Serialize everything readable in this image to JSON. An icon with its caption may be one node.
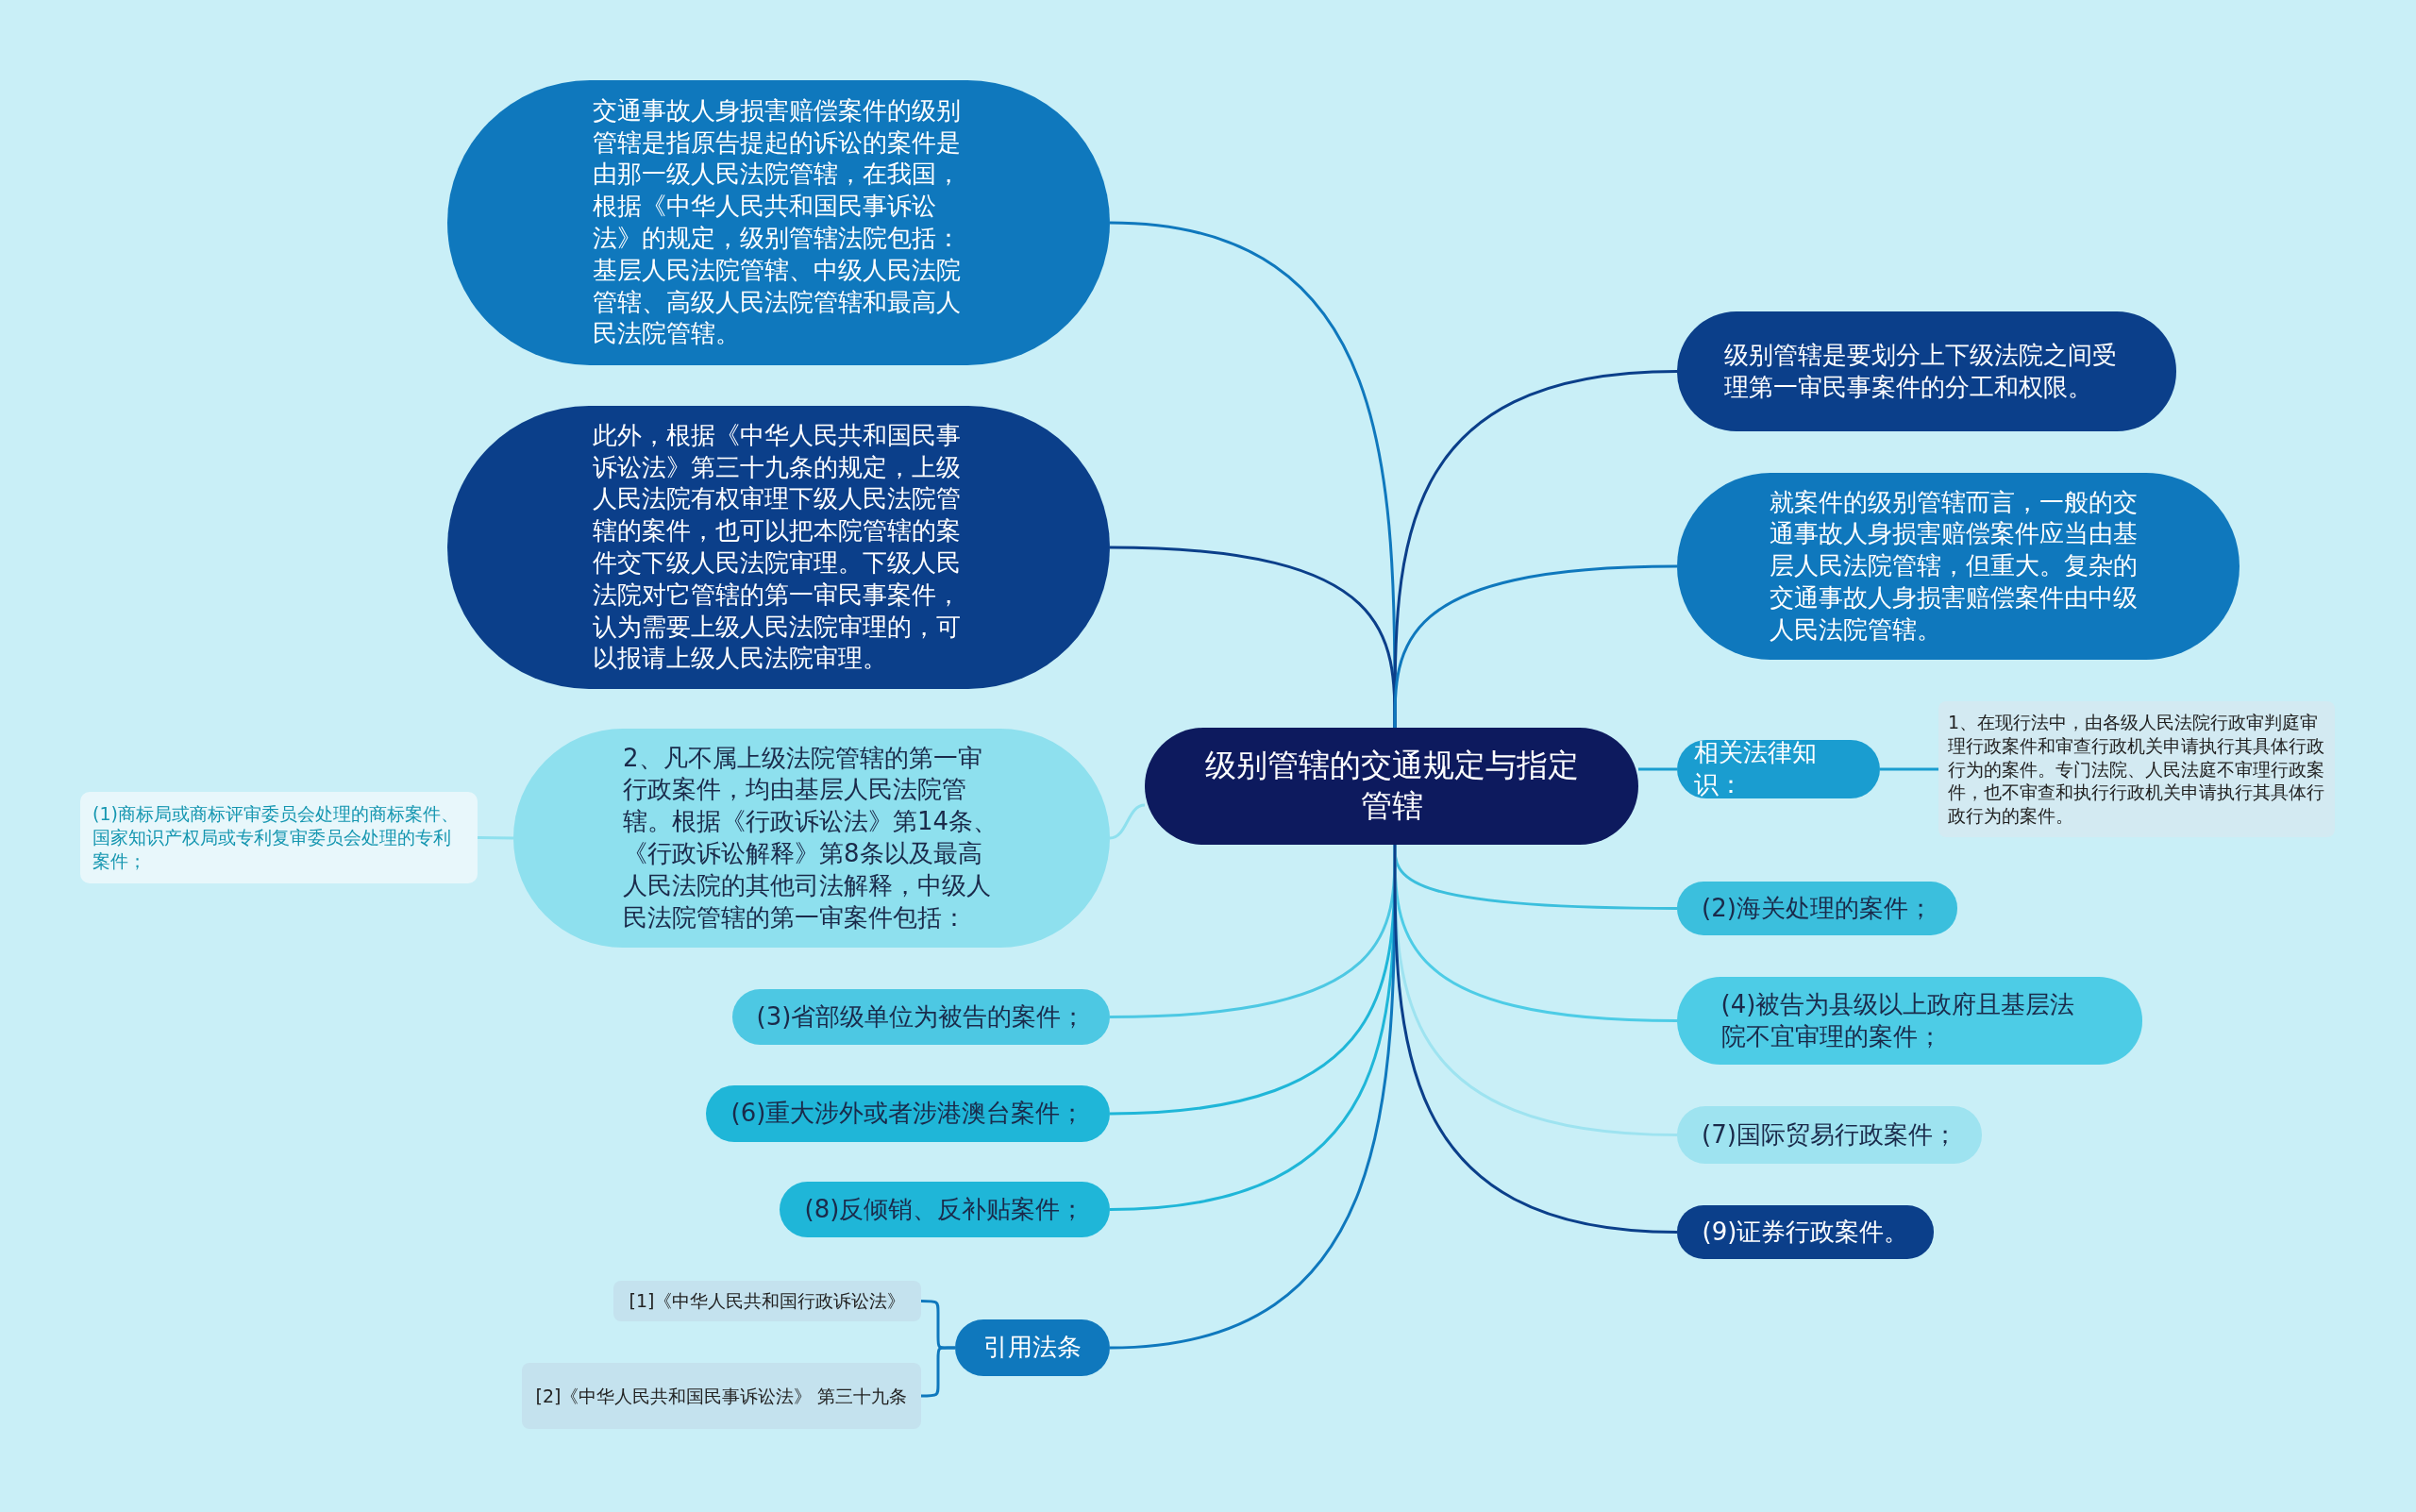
{
  "diagram": {
    "nodes": [
      {
        "text": [
          "级别管辖的交通规定与指定管辖"
        ]
      },
      {
        "text": [
          "交通事故人身损害赔偿案件的级别管辖是指原告提起的诉讼的案件是由那一级人民法院管辖，在我国，根据《中华人民共和国民事诉讼法》的规定，级别管辖法院包括：基层人民法院管辖、中级人民法院管辖、高级人民法院管辖和最高人民法院管辖。"
        ]
      },
      {
        "text": [
          "此外，根据《中华人民共和国民事诉讼法》第三十九条的规定，上级人民法院有权审理下级人民法院管辖的案件，也可以把本院管辖的案件交下级人民法院审理。下级人民法院对它管辖的第一审民事案件，认为需要上级人民法院审理的，可以报请上级人民法院审理。"
        ]
      },
      {
        "text": [
          " 2、凡不属上级法院管辖的第一审行政案件，均由基层人民法院管辖。根据《行政诉讼法》第14条、《行政诉讼解释》第8条以及最高人民法院的其他司法解释，中级人民法院管辖的第一审案件包括："
        ]
      },
      {
        "text": [
          "(1)商标局或商标评审委员会处理的商标案件、国家知识产权局或专利复审委员会处理的专利案件；"
        ]
      },
      {
        "text": [
          "(3)省部级单位为被告的案件；"
        ]
      },
      {
        "text": [
          "(6)重大涉外或者涉港澳台案件；"
        ]
      },
      {
        "text": [
          "(8)反倾销、反补贴案件；"
        ]
      },
      {
        "text": [
          "引用法条"
        ]
      },
      {
        "text": [
          "[1]《中华人民共和国行政诉讼法》"
        ]
      },
      {
        "text": [
          "[2]《中华人民共和国民事诉讼法》 第三十九条"
        ]
      },
      {
        "text": [
          "级别管辖是要划分上下级法院之间受理第一审民事案件的分工和权限。"
        ]
      },
      {
        "text": [
          "就案件的级别管辖而言，一般的交通事故人身损害赔偿案件应当由基层人民法院管辖，但重大。复杂的交通事故人身损害赔偿案件由中级人民法院管辖。"
        ]
      },
      {
        "text": [
          "相关法律知识："
        ]
      },
      {
        "text": [
          "1、在现行法中，由各级人民法院行政审判庭审理行政案件和审查行政机关申请执行其具体行政行为的案件。专门法院、人民法庭不审理行政案件，也不审查和执行行政机关申请执行其具体行政行为的案件。"
        ]
      },
      {
        "text": [
          "(2)海关处理的案件；"
        ]
      },
      {
        "text": [
          "(4)被告为县级以上政府且基层法院不宜审理的案件；"
        ]
      },
      {
        "text": [
          "(7)国际贸易行政案件；"
        ]
      },
      {
        "text": [
          "(9)证券行政案件。"
        ]
      }
    ],
    "edges": [
      {
        "from": 0,
        "to": 1,
        "arrow": "none",
        "color": "#0f78bd"
      },
      {
        "from": 0,
        "to": 2,
        "arrow": "none",
        "color": "#0b3f8a"
      },
      {
        "from": 0,
        "to": 3,
        "arrow": "none",
        "color": "#8ee0ee"
      },
      {
        "from": 3,
        "to": 4,
        "arrow": "none",
        "color": "#8ee0ee"
      },
      {
        "from": 0,
        "to": 5,
        "arrow": "none",
        "color": "#4dc8e3"
      },
      {
        "from": 0,
        "to": 6,
        "arrow": "none",
        "color": "#1fb6d8"
      },
      {
        "from": 0,
        "to": 7,
        "arrow": "none",
        "color": "#1fb6d8"
      },
      {
        "from": 0,
        "to": 8,
        "arrow": "none",
        "color": "#0f78bd"
      },
      {
        "from": 8,
        "to": 9,
        "arrow": "none",
        "color": "#0f78bd"
      },
      {
        "from": 8,
        "to": 10,
        "arrow": "none",
        "color": "#0f78bd"
      },
      {
        "from": 0,
        "to": 11,
        "arrow": "none",
        "color": "#0b3f8a"
      },
      {
        "from": 0,
        "to": 12,
        "arrow": "none",
        "color": "#0f78bd"
      },
      {
        "from": 0,
        "to": 13,
        "arrow": "none",
        "color": "#1a9dd0"
      },
      {
        "from": 13,
        "to": 14,
        "arrow": "none",
        "color": "#1a9dd0"
      },
      {
        "from": 0,
        "to": 15,
        "arrow": "none",
        "color": "#3bbfdd"
      },
      {
        "from": 0,
        "to": 16,
        "arrow": "none",
        "color": "#4dcce6"
      },
      {
        "from": 0,
        "to": 17,
        "arrow": "none",
        "color": "#9ee3f0"
      },
      {
        "from": 0,
        "to": 18,
        "arrow": "none",
        "color": "#0b3f8a"
      }
    ]
  }
}
